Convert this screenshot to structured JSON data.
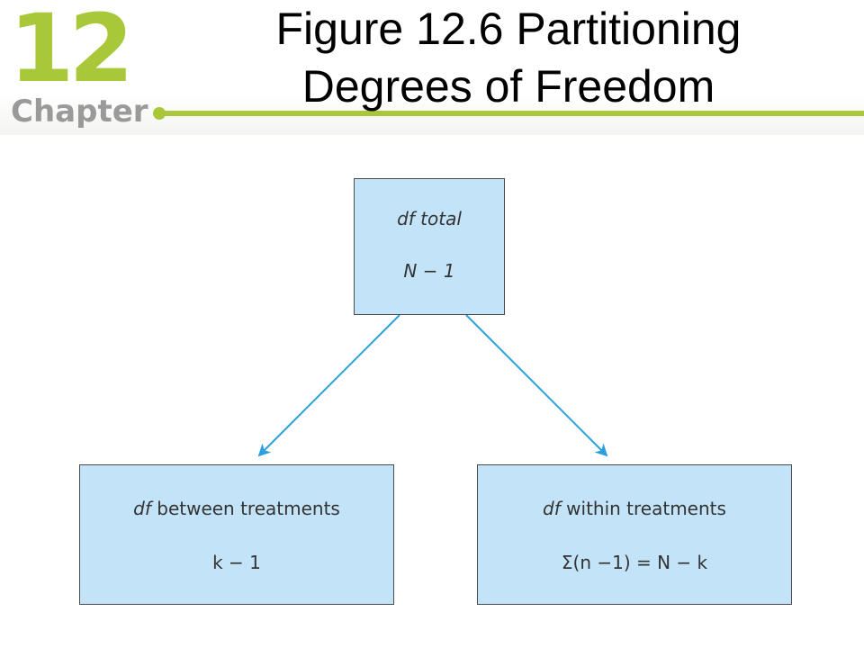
{
  "header": {
    "chapter_number": "12",
    "chapter_word": "Chapter",
    "title_line1": "Figure 12.6  Partitioning",
    "title_line2": "Degrees of Freedom",
    "accent_color": "#a8c83a"
  },
  "diagram": {
    "box_fill": "#c3e4f8",
    "arrow_color": "#2aa0e0",
    "total": {
      "label_italic": "df total",
      "formula": "N − 1"
    },
    "between": {
      "label_italic": "df",
      "label_rest": " between treatments",
      "formula": "k − 1"
    },
    "within": {
      "label_italic": "df",
      "label_rest": " within treatments",
      "formula": "Σ(n −1) = N − k"
    }
  }
}
